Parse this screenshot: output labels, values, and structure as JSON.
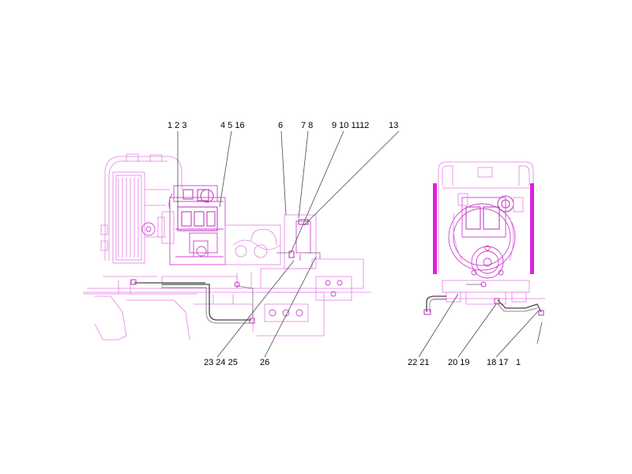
{
  "labels": {
    "l_1_2_3": "1 2 3",
    "l_4_5_16": "4 5 16",
    "l_6": "6",
    "l_7_8": "7 8",
    "l_9_10_11_12": "9 10 1112",
    "l_13": "13",
    "l_23_24_25": "23 24 25",
    "l_26": "26",
    "l_22_21": "22 21",
    "l_20_19": "20 19",
    "l_18_17": "18 17",
    "l_1_right": "1"
  },
  "colors": {
    "outline": "#e47ee4",
    "detail": "#c040c0",
    "hose": "#444444",
    "radiator_bar": "#e020e0"
  }
}
